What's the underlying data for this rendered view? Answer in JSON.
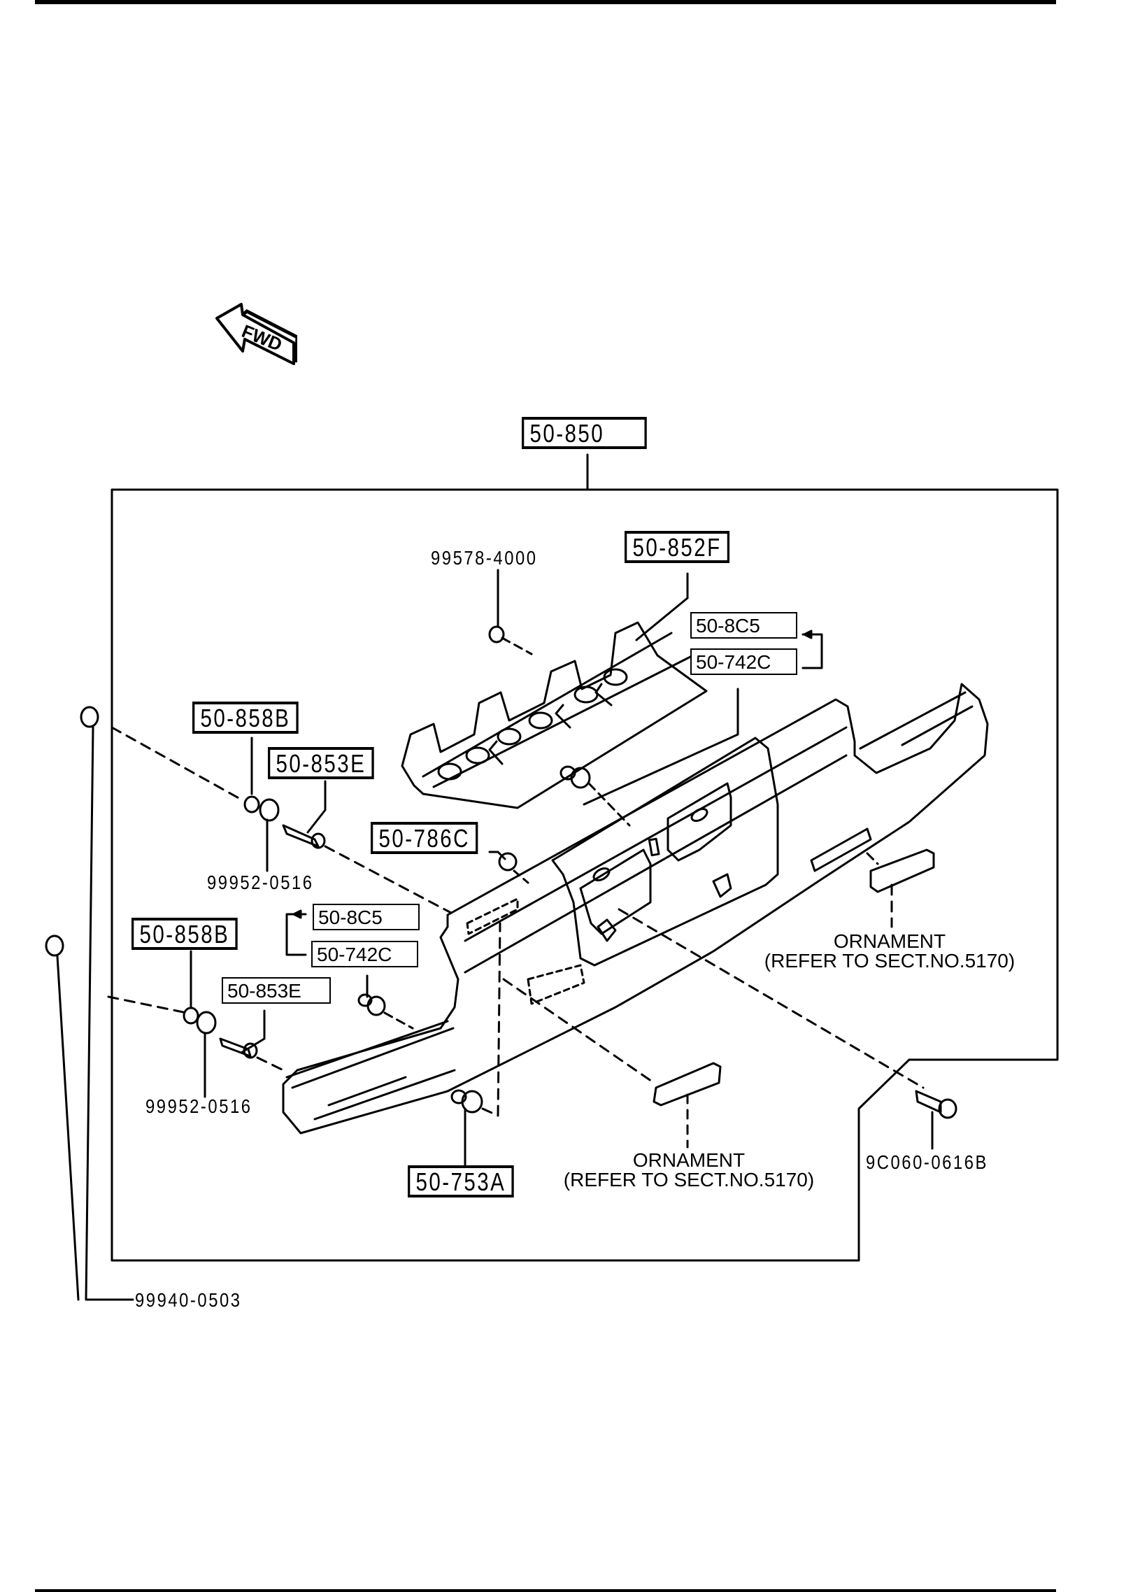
{
  "diagram": {
    "title_assembly": "50-850",
    "fwd_indicator": {
      "label": "FWD",
      "icon": "arrow-left-icon"
    },
    "callouts": {
      "assembly": "50-850",
      "bracket": "50-852F",
      "bracket_nut": "99578-4000",
      "clip_group_upper": [
        "50-8C5",
        "50-742C"
      ],
      "clip_group_lower": [
        "50-8C5",
        "50-742C"
      ],
      "washer_upper": "50-858B",
      "bolt_upper": "50-853E",
      "washer_lower": "50-858B",
      "bolt_lower": "50-853E",
      "plain_washer_upper": "99952-0516",
      "plain_washer_lower": "99952-0516",
      "grommet": "50-786C",
      "fastener_bottom": "50-753A",
      "screw_right": "9C060-0616B",
      "nut_left": "99940-0503"
    },
    "notes": {
      "ornament_right": {
        "line1": "ORNAMENT",
        "line2": "(REFER TO SECT.NO.5170)"
      },
      "ornament_bottom": {
        "line1": "ORNAMENT",
        "line2": "(REFER TO SECT.NO.5170)"
      }
    }
  }
}
